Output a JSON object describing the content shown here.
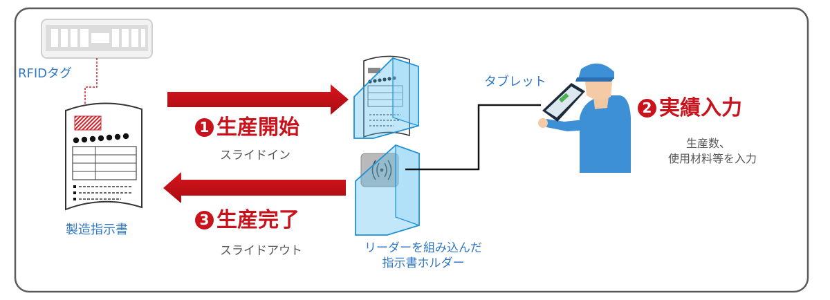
{
  "tag_label": "RFIDタグ",
  "document_label": "製造指示書",
  "step1": {
    "num": "1",
    "title": "生産開始",
    "sub": "スライドイン"
  },
  "step2": {
    "num": "2",
    "title": "実績入力",
    "sub_line1": "生産数、",
    "sub_line2": "使用材料等を入力"
  },
  "step3": {
    "num": "3",
    "title": "生産完了",
    "sub": "スライドアウト"
  },
  "tablet_label": "タブレット",
  "holder_label_line1": "リーダーを組み込んだ",
  "holder_label_line2": "指示書ホルダー",
  "colors": {
    "accent_red": "#c8121c",
    "label_blue": "#2f77c4",
    "worker_blue": "#3d8fd6",
    "holder_cyan": "#5fc1ee"
  }
}
